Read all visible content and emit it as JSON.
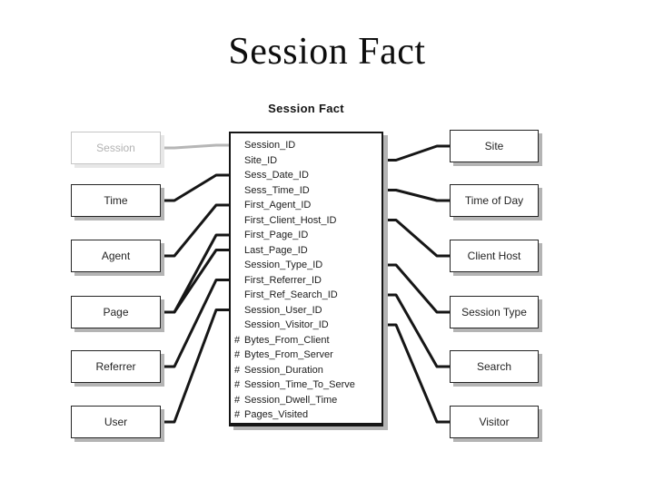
{
  "slide": {
    "title": "Session Fact"
  },
  "colors": {
    "line": "#161616",
    "muted_line": "#b6b6b6",
    "shadow": "#b4b4b4"
  },
  "diagram": {
    "fact_table": {
      "title": "Session Fact",
      "fields": [
        {
          "name": "Session_ID",
          "measure": false
        },
        {
          "name": "Site_ID",
          "measure": false
        },
        {
          "name": "Sess_Date_ID",
          "measure": false
        },
        {
          "name": "Sess_Time_ID",
          "measure": false
        },
        {
          "name": "First_Agent_ID",
          "measure": false
        },
        {
          "name": "First_Client_Host_ID",
          "measure": false
        },
        {
          "name": "First_Page_ID",
          "measure": false
        },
        {
          "name": "Last_Page_ID",
          "measure": false
        },
        {
          "name": "Session_Type_ID",
          "measure": false
        },
        {
          "name": "First_Referrer_ID",
          "measure": false
        },
        {
          "name": "First_Ref_Search_ID",
          "measure": false
        },
        {
          "name": "Session_User_ID",
          "measure": false
        },
        {
          "name": "Session_Visitor_ID",
          "measure": false
        },
        {
          "name": "Bytes_From_Client",
          "measure": true
        },
        {
          "name": "Bytes_From_Server",
          "measure": true
        },
        {
          "name": "Session_Duration",
          "measure": true
        },
        {
          "name": "Session_Time_To_Serve",
          "measure": true
        },
        {
          "name": "Session_Dwell_Time",
          "measure": true
        },
        {
          "name": "Pages_Visited",
          "measure": true
        }
      ]
    },
    "left_dimensions": [
      {
        "label": "Session",
        "grayed": true
      },
      {
        "label": "Time",
        "grayed": false
      },
      {
        "label": "Agent",
        "grayed": false
      },
      {
        "label": "Page",
        "grayed": false
      },
      {
        "label": "Referrer",
        "grayed": false
      },
      {
        "label": "User",
        "grayed": false
      }
    ],
    "right_dimensions": [
      {
        "label": "Site",
        "grayed": false
      },
      {
        "label": "Time of Day",
        "grayed": false
      },
      {
        "label": "Client Host",
        "grayed": false
      },
      {
        "label": "Session Type",
        "grayed": false
      },
      {
        "label": "Search",
        "grayed": false
      },
      {
        "label": "Visitor",
        "grayed": false
      }
    ],
    "connections": [
      {
        "from": "Session",
        "to": "Session_ID",
        "gray": true
      },
      {
        "from": "Time",
        "to": "Sess_Date_ID",
        "gray": false
      },
      {
        "from": "Agent",
        "to": "First_Agent_ID",
        "gray": false
      },
      {
        "from": "Page",
        "to": "First_Page_ID",
        "gray": false
      },
      {
        "from": "Page",
        "to": "Last_Page_ID",
        "gray": false
      },
      {
        "from": "Referrer",
        "to": "First_Referrer_ID",
        "gray": false
      },
      {
        "from": "User",
        "to": "Session_User_ID",
        "gray": false
      },
      {
        "from": "Site",
        "to": "Site_ID",
        "gray": false
      },
      {
        "from": "Time of Day",
        "to": "Sess_Time_ID",
        "gray": false
      },
      {
        "from": "Client Host",
        "to": "First_Client_Host_ID",
        "gray": false
      },
      {
        "from": "Session Type",
        "to": "Session_Type_ID",
        "gray": false
      },
      {
        "from": "Search",
        "to": "First_Ref_Search_ID",
        "gray": false
      },
      {
        "from": "Visitor",
        "to": "Session_Visitor_ID",
        "gray": false
      }
    ]
  }
}
